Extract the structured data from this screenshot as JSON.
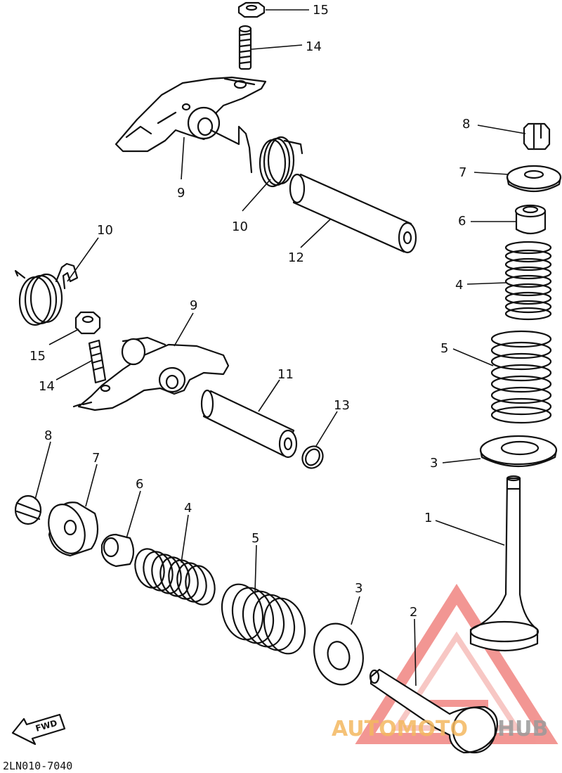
{
  "callouts": [
    {
      "id": "c15a",
      "text": "15"
    },
    {
      "id": "c14a",
      "text": "14"
    },
    {
      "id": "c9a",
      "text": "9"
    },
    {
      "id": "c10a",
      "text": "10"
    },
    {
      "id": "c12",
      "text": "12"
    },
    {
      "id": "c8a",
      "text": "8"
    },
    {
      "id": "c7a",
      "text": "7"
    },
    {
      "id": "c6a",
      "text": "6"
    },
    {
      "id": "c4a",
      "text": "4"
    },
    {
      "id": "c5a",
      "text": "5"
    },
    {
      "id": "c3a",
      "text": "3"
    },
    {
      "id": "c1",
      "text": "1"
    },
    {
      "id": "c10b",
      "text": "10"
    },
    {
      "id": "c9b",
      "text": "9"
    },
    {
      "id": "c15b",
      "text": "15"
    },
    {
      "id": "c14b",
      "text": "14"
    },
    {
      "id": "c11",
      "text": "11"
    },
    {
      "id": "c13",
      "text": "13"
    },
    {
      "id": "c8b",
      "text": "8"
    },
    {
      "id": "c7b",
      "text": "7"
    },
    {
      "id": "c6b",
      "text": "6"
    },
    {
      "id": "c4b",
      "text": "4"
    },
    {
      "id": "c5b",
      "text": "5"
    },
    {
      "id": "c3b",
      "text": "3"
    },
    {
      "id": "c2",
      "text": "2"
    }
  ],
  "diagram_code": "2LN010-7040",
  "fwd_label": "FWD",
  "watermark": {
    "part1": "AUTOMOTO",
    "part2": "HUB",
    "colors": {
      "triangle": "#e8413c",
      "auto": "#f4b860",
      "hub": "#9a9a9a"
    }
  }
}
